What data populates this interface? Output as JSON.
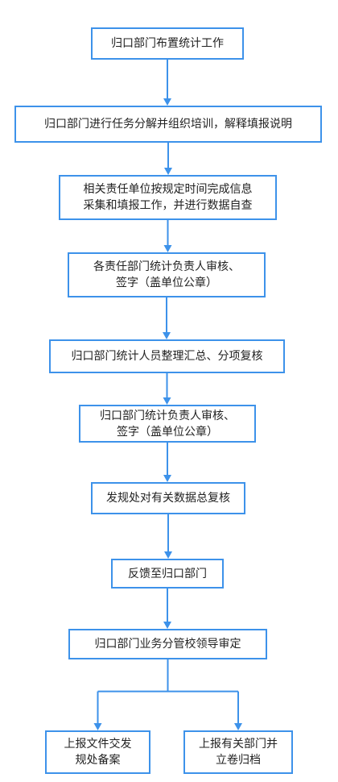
{
  "diagram": {
    "colors": {
      "stroke": "#3d92ea",
      "box_fill": "#ffffff",
      "text": "#222222"
    },
    "steps": [
      {
        "id": "s1",
        "label": "归口部门布置统计工作"
      },
      {
        "id": "s2",
        "label": "归口部门进行任务分解并组织培训，解释填报说明"
      },
      {
        "id": "s3",
        "label": "相关责任单位按规定时间完成信息\n采集和填报工作，并进行数据自查"
      },
      {
        "id": "s4",
        "label": "各责任部门统计负责人审核、\n签字（盖单位公章）"
      },
      {
        "id": "s5",
        "label": "归口部门统计人员整理汇总、分项复核"
      },
      {
        "id": "s6",
        "label": "归口部门统计负责人审核、\n签字（盖单位公章）"
      },
      {
        "id": "s7",
        "label": "发规处对有关数据总复核"
      },
      {
        "id": "s8",
        "label": "反馈至归口部门"
      },
      {
        "id": "s9",
        "label": "归口部门业务分管校领导审定"
      },
      {
        "id": "s10",
        "label": "上报文件交发\n规处备案"
      },
      {
        "id": "s11",
        "label": "上报有关部门并\n立卷归档"
      }
    ],
    "edges": [
      {
        "from": "s1",
        "to": "s2"
      },
      {
        "from": "s2",
        "to": "s3"
      },
      {
        "from": "s3",
        "to": "s4"
      },
      {
        "from": "s4",
        "to": "s5"
      },
      {
        "from": "s5",
        "to": "s6"
      },
      {
        "from": "s6",
        "to": "s7"
      },
      {
        "from": "s7",
        "to": "s8"
      },
      {
        "from": "s8",
        "to": "s9"
      },
      {
        "from": "s9",
        "to": "s10"
      },
      {
        "from": "s9",
        "to": "s11"
      }
    ]
  }
}
